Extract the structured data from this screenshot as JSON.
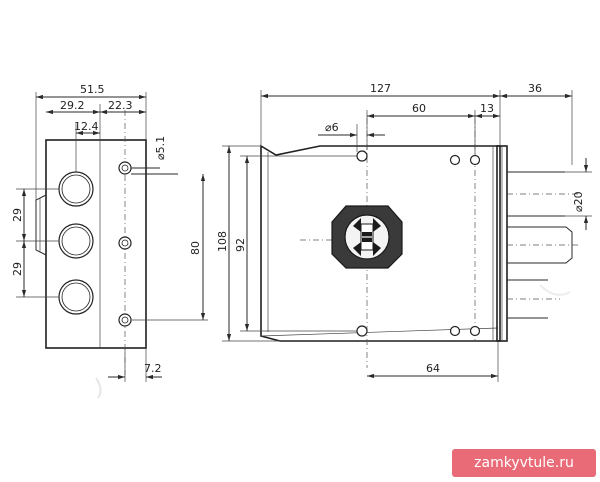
{
  "dimensions": {
    "side_total_width": "51.5",
    "side_left_width": "29.2",
    "side_right_width": "22.3",
    "hole_offset": "12.4",
    "small_hole_dia": "⌀5.1",
    "spacing_top": "29",
    "spacing_bottom": "29",
    "hole_span": "80",
    "bottom_offset": "7.2",
    "front_total_width": "127",
    "pin_dia": "⌀6",
    "top_hole_distance": "60",
    "right_inset": "13",
    "bolt_length": "36",
    "bolt_dia": "⌀20",
    "front_total_height": "108",
    "front_inner_height": "92",
    "bottom_distance": "64"
  },
  "watermark": "zamkyvtule.ru",
  "colors": {
    "line": "#2a2a2a",
    "watermark_bg": "#e96b78",
    "watermark_text": "#ffffff"
  }
}
